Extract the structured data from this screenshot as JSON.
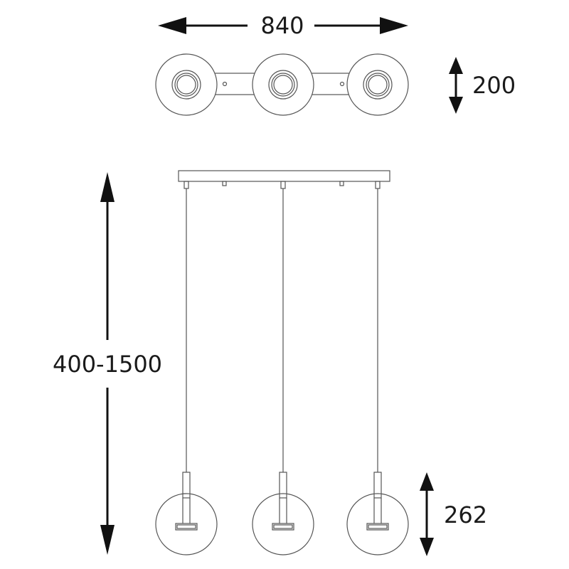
{
  "dimensions": {
    "width": "840",
    "depth": "200",
    "height_range": "400-1500",
    "shade_height": "262"
  }
}
